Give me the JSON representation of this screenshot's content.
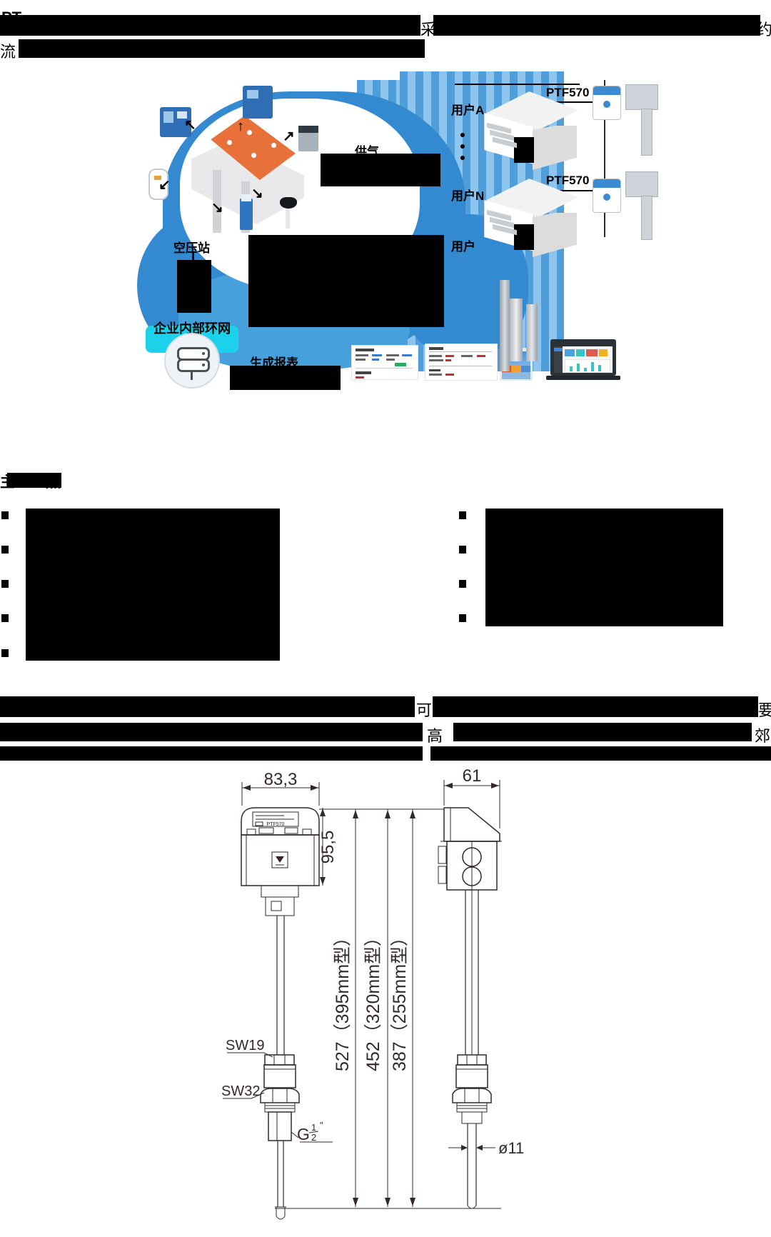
{
  "intro": {
    "l1_start": "PT",
    "l1_mid": "采",
    "l1_end": "约",
    "l2_start": "流"
  },
  "diagram": {
    "supply_label": "供气",
    "user_a": "用户A",
    "user_n": "用户N",
    "user": "用户",
    "ptf570_a": "PTF570",
    "ptf570_b": "PTF570",
    "compressor_station": "空压站",
    "intranet": "企业内部环网",
    "report": "生成报表"
  },
  "features": {
    "heading_start": "主",
    "heading_end": "点"
  },
  "body2": {
    "l1_mid": "可",
    "l1_end": "要",
    "l2_mid": "高",
    "l2_end": "郊"
  },
  "drawing": {
    "width_dim": "83,3",
    "height_dim": "95,5",
    "side_width_dim": "61",
    "len_527": "527（395mm型）",
    "len_452": "452（320mm型）",
    "len_387": "387（255mm型）",
    "sw19": "SW19",
    "sw32": "SW32",
    "thread_g": "G",
    "thread_num": "1",
    "thread_den": "2",
    "thread_inch": "\"",
    "probe_dia": "ø11",
    "plate_label": "PTF570"
  },
  "icons": {
    "arrow_up": "↑",
    "arrow_up_left": "↖",
    "arrow_up_right": "↗",
    "arrow_down_left": "↙",
    "arrow_down_right": "↘"
  },
  "colors": {
    "cloud_blue": "#338ad0",
    "cloud_light": "#45a0dc",
    "cyan": "#1bd2ea",
    "roof_orange": "#e8713a",
    "cabinet_blue": "#2f6db4",
    "card_blue": "#4aa3e0",
    "card_teal": "#35c4c8",
    "card_red": "#e05a4e",
    "card_yellow": "#f2b01e"
  }
}
